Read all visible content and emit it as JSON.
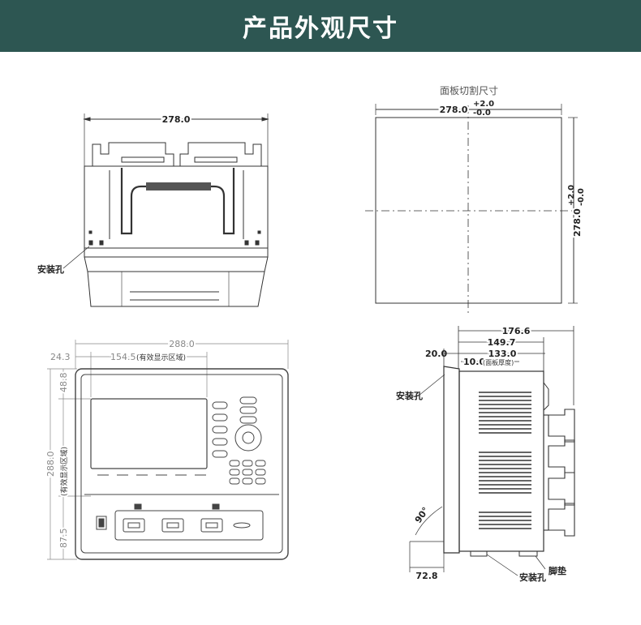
{
  "header": {
    "title": "产品外观尺寸"
  },
  "top_view": {
    "width_label": "278.0",
    "hole_label": "安装孔"
  },
  "panel_cutout": {
    "title": "面板切割尺寸",
    "width_label": "278.0",
    "height_label": "278.0",
    "tol_plus": "+2.0",
    "tol_minus": "-0.0"
  },
  "front_view": {
    "width_label": "288.0",
    "left_offset_label": "24.3",
    "display_width_label": "154.5",
    "display_width_note": "(有效显示区域)",
    "top_offset_label": "48.8",
    "height_label": "288.0",
    "display_height_label": "87.5",
    "display_height_note": "(有效显示区域)"
  },
  "side_view": {
    "depth_total": "176.6",
    "depth_body": "149.7",
    "depth_case": "133.0",
    "bezel_label": "20.0",
    "panel_thickness": "10.0",
    "panel_thickness_note": "(面板厚度)",
    "hole_label_top": "安装孔",
    "hole_label_bottom": "安装孔",
    "foot_label": "脚垫",
    "angle_label": "90°",
    "bottom_dim": "72.8"
  }
}
